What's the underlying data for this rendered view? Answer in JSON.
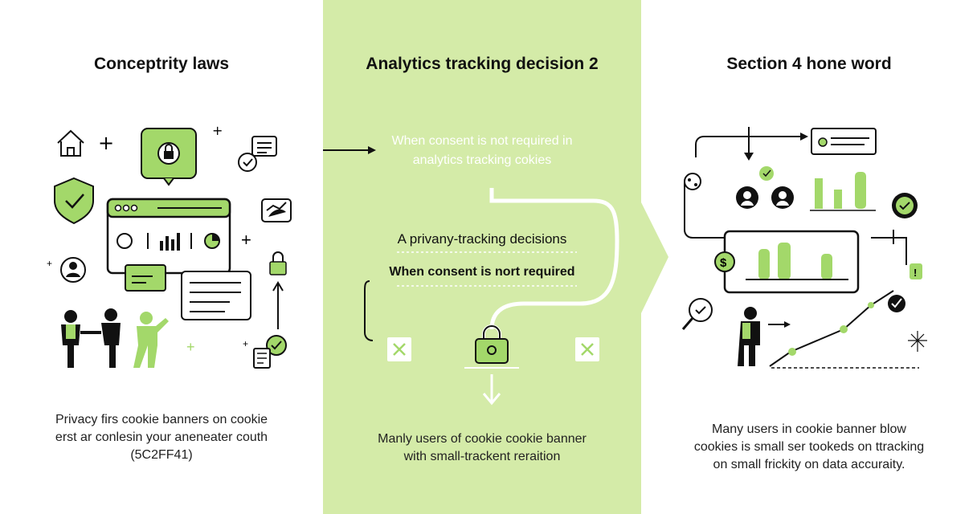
{
  "colors": {
    "accent": "#a3d86a",
    "panel_green": "#d4eba8",
    "ink": "#111111"
  },
  "left": {
    "title": "Conceptrity laws",
    "caption_lines": [
      "Privacy firs cookie banners on cookie",
      "erst ar conlesin your aneneater couth",
      "(5C2FF41)"
    ],
    "icons": [
      "house-icon",
      "shield-check-icon",
      "user-icon",
      "lock-icon",
      "checklist-icon",
      "chart-icon",
      "browser-window-icon",
      "people-icon",
      "phone-check-icon"
    ]
  },
  "middle": {
    "title": "Analytics tracking decision 2",
    "top_note_lines": [
      "When consent is not required in",
      "analytics tracking cokies"
    ],
    "decision_label": "A privany-tracking decisions",
    "decision_bold": "When consent is nort required",
    "caption_lines": [
      "Manly users of cookie cookie banner",
      "with small-trackent reraition"
    ],
    "icons": [
      "x-icon",
      "lock-icon",
      "down-arrow-icon",
      "x-icon"
    ]
  },
  "right": {
    "title": "Section 4 hone word",
    "caption_lines": [
      "Many users in cookie banner blow",
      "cookies is small ser tookeds on ttracking",
      "on small frickity on data accuraity."
    ],
    "icons": [
      "user-icon",
      "gear-check-icon",
      "dollar-icon",
      "bar-chart-icon",
      "magnifier-icon",
      "person-icon",
      "trend-line-icon"
    ]
  }
}
